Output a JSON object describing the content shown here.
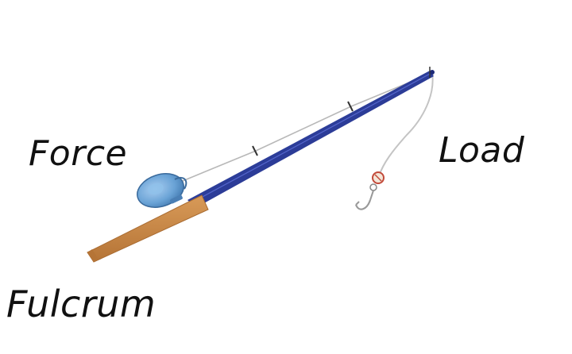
{
  "labels": {
    "force": "Force",
    "load": "Load",
    "fulcrum": "Fulcrum"
  },
  "colors": {
    "rod": "#2a3a9a",
    "handle": "#c98a4a",
    "reel": "#6aa3d6",
    "line": "#b8b8b8",
    "text": "#111111"
  },
  "icons": [
    "fishing-rod-icon",
    "fishing-reel-icon",
    "fishing-hook-icon",
    "bobber-icon"
  ]
}
